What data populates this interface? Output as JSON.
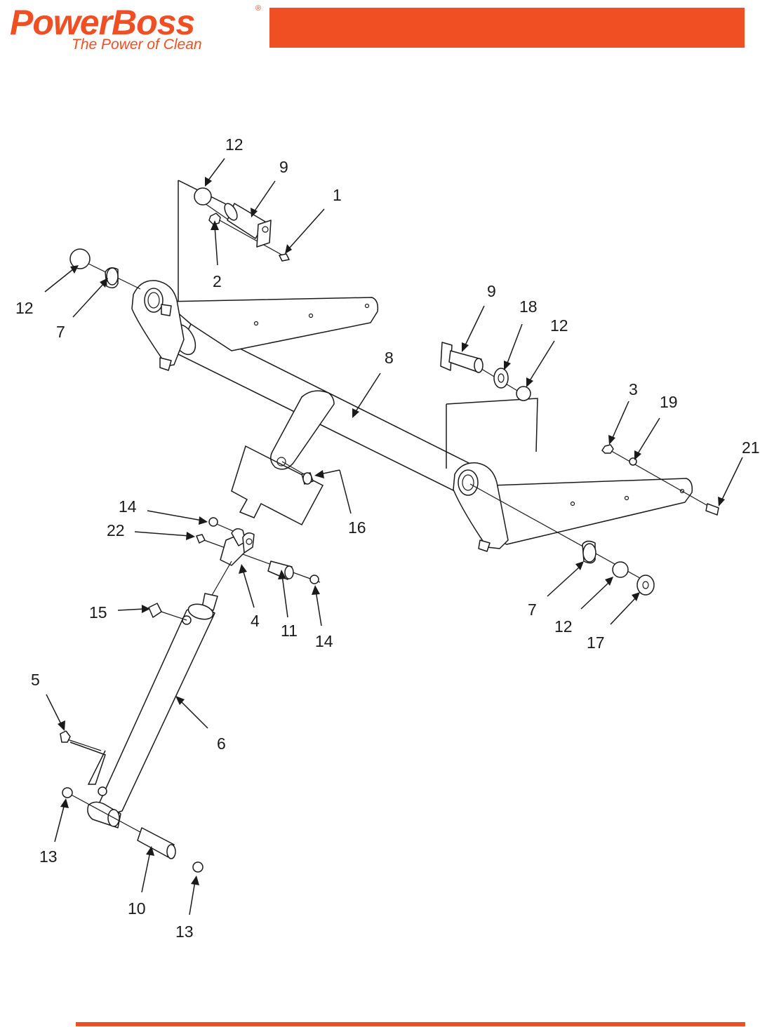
{
  "brand": {
    "name": "PowerBoss",
    "registered_mark": "®",
    "tagline": "The Power of Clean",
    "color": "#f04e23"
  },
  "header_bar": {
    "color": "#f04e23"
  },
  "footer_rule": {
    "color": "#f04e23"
  },
  "callouts": [
    {
      "id": "c12a",
      "label": "12"
    },
    {
      "id": "c9a",
      "label": "9"
    },
    {
      "id": "c1",
      "label": "1"
    },
    {
      "id": "c2",
      "label": "2"
    },
    {
      "id": "c12b",
      "label": "12"
    },
    {
      "id": "c7a",
      "label": "7"
    },
    {
      "id": "c9b",
      "label": "9"
    },
    {
      "id": "c18",
      "label": "18"
    },
    {
      "id": "c12c",
      "label": "12"
    },
    {
      "id": "c8",
      "label": "8"
    },
    {
      "id": "c3",
      "label": "3"
    },
    {
      "id": "c19",
      "label": "19"
    },
    {
      "id": "c21",
      "label": "21"
    },
    {
      "id": "c14a",
      "label": "14"
    },
    {
      "id": "c22",
      "label": "22"
    },
    {
      "id": "c16",
      "label": "16"
    },
    {
      "id": "c15",
      "label": "15"
    },
    {
      "id": "c4",
      "label": "4"
    },
    {
      "id": "c11",
      "label": "11"
    },
    {
      "id": "c14b",
      "label": "14"
    },
    {
      "id": "c7b",
      "label": "7"
    },
    {
      "id": "c12d",
      "label": "12"
    },
    {
      "id": "c17",
      "label": "17"
    },
    {
      "id": "c5",
      "label": "5"
    },
    {
      "id": "c6",
      "label": "6"
    },
    {
      "id": "c13a",
      "label": "13"
    },
    {
      "id": "c10",
      "label": "10"
    },
    {
      "id": "c13b",
      "label": "13"
    }
  ]
}
